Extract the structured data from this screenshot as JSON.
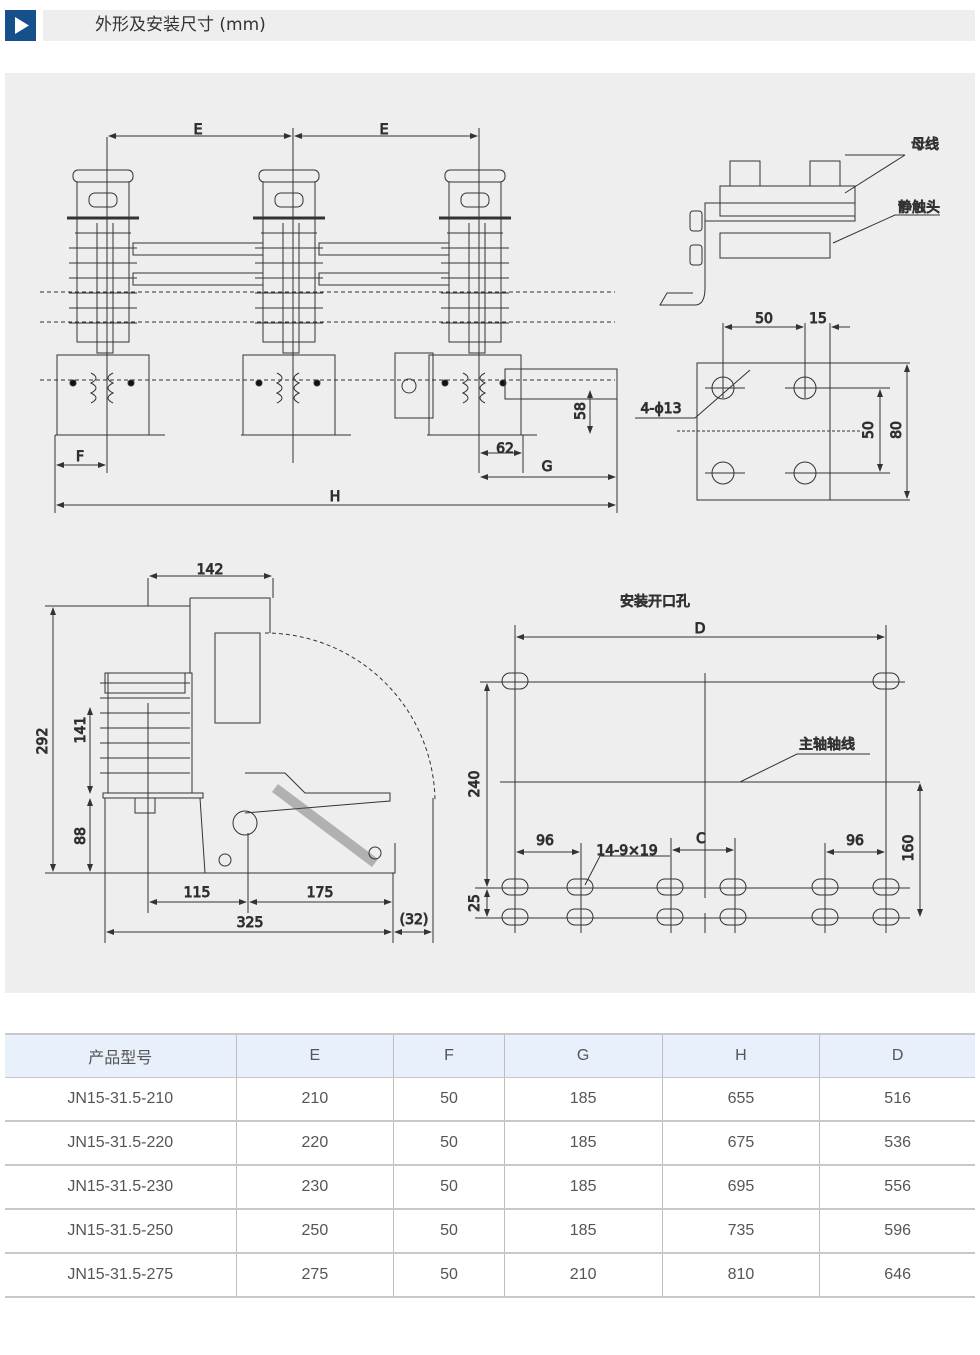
{
  "header": {
    "title": "外形及安装尺寸 (mm)",
    "icon": "play-triangle-icon",
    "accent": "#16508c"
  },
  "drawing": {
    "front_view": {
      "dims": {
        "E1": "E",
        "E2": "E",
        "F": "F",
        "G": "G",
        "H": "H",
        "d62": "62",
        "d58": "58"
      }
    },
    "detail_view": {
      "labels": {
        "busbar": "母线",
        "static_contact": "静触头"
      },
      "dims": {
        "d50h": "50",
        "d15": "15",
        "d50v": "50",
        "d80": "80",
        "holes": "4-ϕ13"
      }
    },
    "side_view": {
      "dims": {
        "d142": "142",
        "d292": "292",
        "d141": "141",
        "d88": "88",
        "d115": "115",
        "d175": "175",
        "d325": "325",
        "d32": "(32)"
      }
    },
    "mounting_view": {
      "title": "安装开口孔",
      "labels": {
        "axis": "主轴轴线",
        "slots": "14-9×19"
      },
      "dims": {
        "D": "D",
        "C": "C",
        "d96a": "96",
        "d96b": "96",
        "d240": "240",
        "d160": "160",
        "d25": "25"
      }
    }
  },
  "table": {
    "headers": [
      "产品型号",
      "E",
      "F",
      "G",
      "H",
      "D"
    ],
    "rows": [
      [
        "JN15-31.5-210",
        "210",
        "50",
        "185",
        "655",
        "516"
      ],
      [
        "JN15-31.5-220",
        "220",
        "50",
        "185",
        "675",
        "536"
      ],
      [
        "JN15-31.5-230",
        "230",
        "50",
        "185",
        "695",
        "556"
      ],
      [
        "JN15-31.5-250",
        "250",
        "50",
        "185",
        "735",
        "596"
      ],
      [
        "JN15-31.5-275",
        "275",
        "50",
        "210",
        "810",
        "646"
      ]
    ],
    "header_bg": "#e8f1fb"
  }
}
